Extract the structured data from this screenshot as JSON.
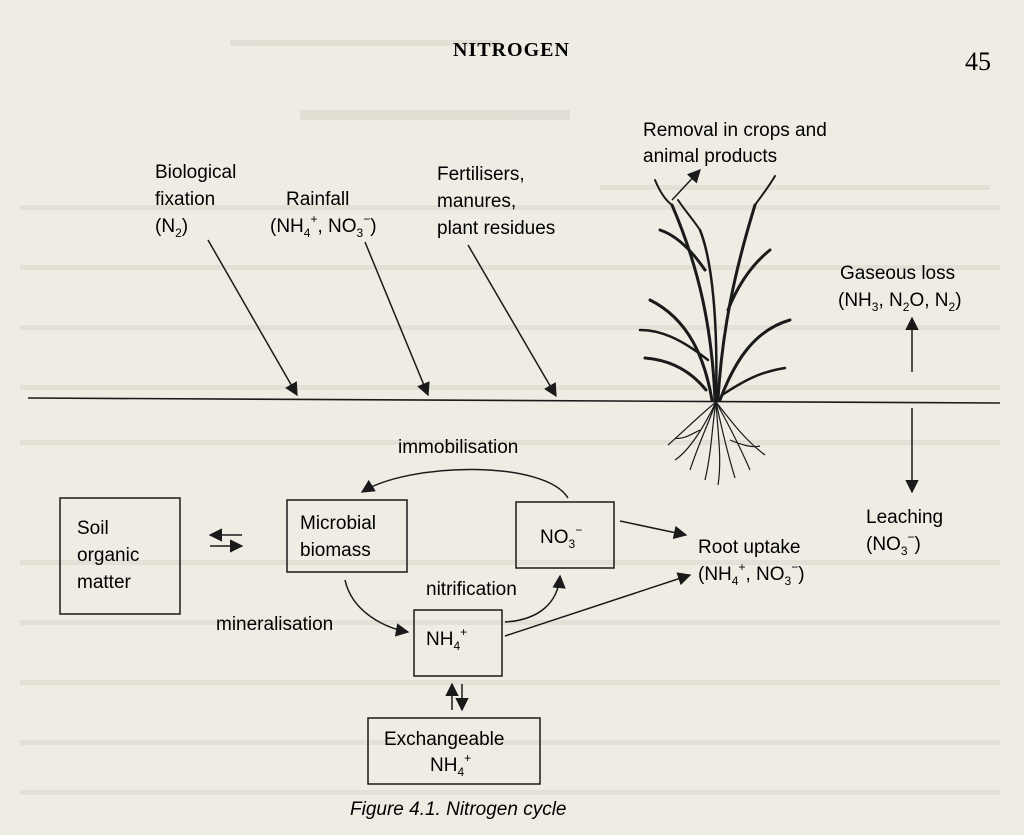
{
  "page": {
    "header": "NITROGEN",
    "page_number": "45",
    "caption": "Figure 4.1. Nitrogen cycle"
  },
  "inputs": {
    "biological_fixation": {
      "line1": "Biological",
      "line2": "fixation",
      "formula": "N",
      "formula_sub": "2"
    },
    "rainfall": {
      "line1": "Rainfall",
      "formula_a": "NH",
      "sub_a": "4",
      "sup_a": "+",
      "formula_b": "NO",
      "sub_b": "3",
      "sup_b": "−"
    },
    "fertilisers": {
      "line1": "Fertilisers,",
      "line2": "manures,",
      "line3": "plant residues"
    },
    "removal": {
      "line1": "Removal in crops and",
      "line2": "animal products"
    },
    "gaseous_loss": {
      "line1": "Gaseous loss",
      "f1": "NH",
      "s1": "3",
      "f2": "N",
      "s2": "2",
      "f2b": "O",
      "f3": "N",
      "s3": "2"
    },
    "leaching": {
      "line1": "Leaching",
      "formula": "NO",
      "sub": "3",
      "sup": "−"
    }
  },
  "pools": {
    "soil_organic_matter": {
      "line1": "Soil",
      "line2": "organic",
      "line3": "matter"
    },
    "microbial_biomass": {
      "line1": "Microbial",
      "line2": "biomass"
    },
    "nitrate": {
      "formula": "NO",
      "sub": "3",
      "sup": "−"
    },
    "ammonium": {
      "formula": "NH",
      "sub": "4",
      "sup": "+"
    },
    "exchangeable": {
      "line1": "Exchangeable",
      "formula": "NH",
      "sub": "4",
      "sup": "+"
    },
    "root_uptake": {
      "line1": "Root uptake",
      "formula_a": "NH",
      "sub_a": "4",
      "sup_a": "+",
      "formula_b": "NO",
      "sub_b": "3",
      "sup_b": "−"
    }
  },
  "processes": {
    "immobilisation": "immobilisation",
    "nitrification": "nitrification",
    "mineralisation": "mineralisation"
  },
  "colors": {
    "paper": "#efece4",
    "ink": "#1a1a1a"
  }
}
